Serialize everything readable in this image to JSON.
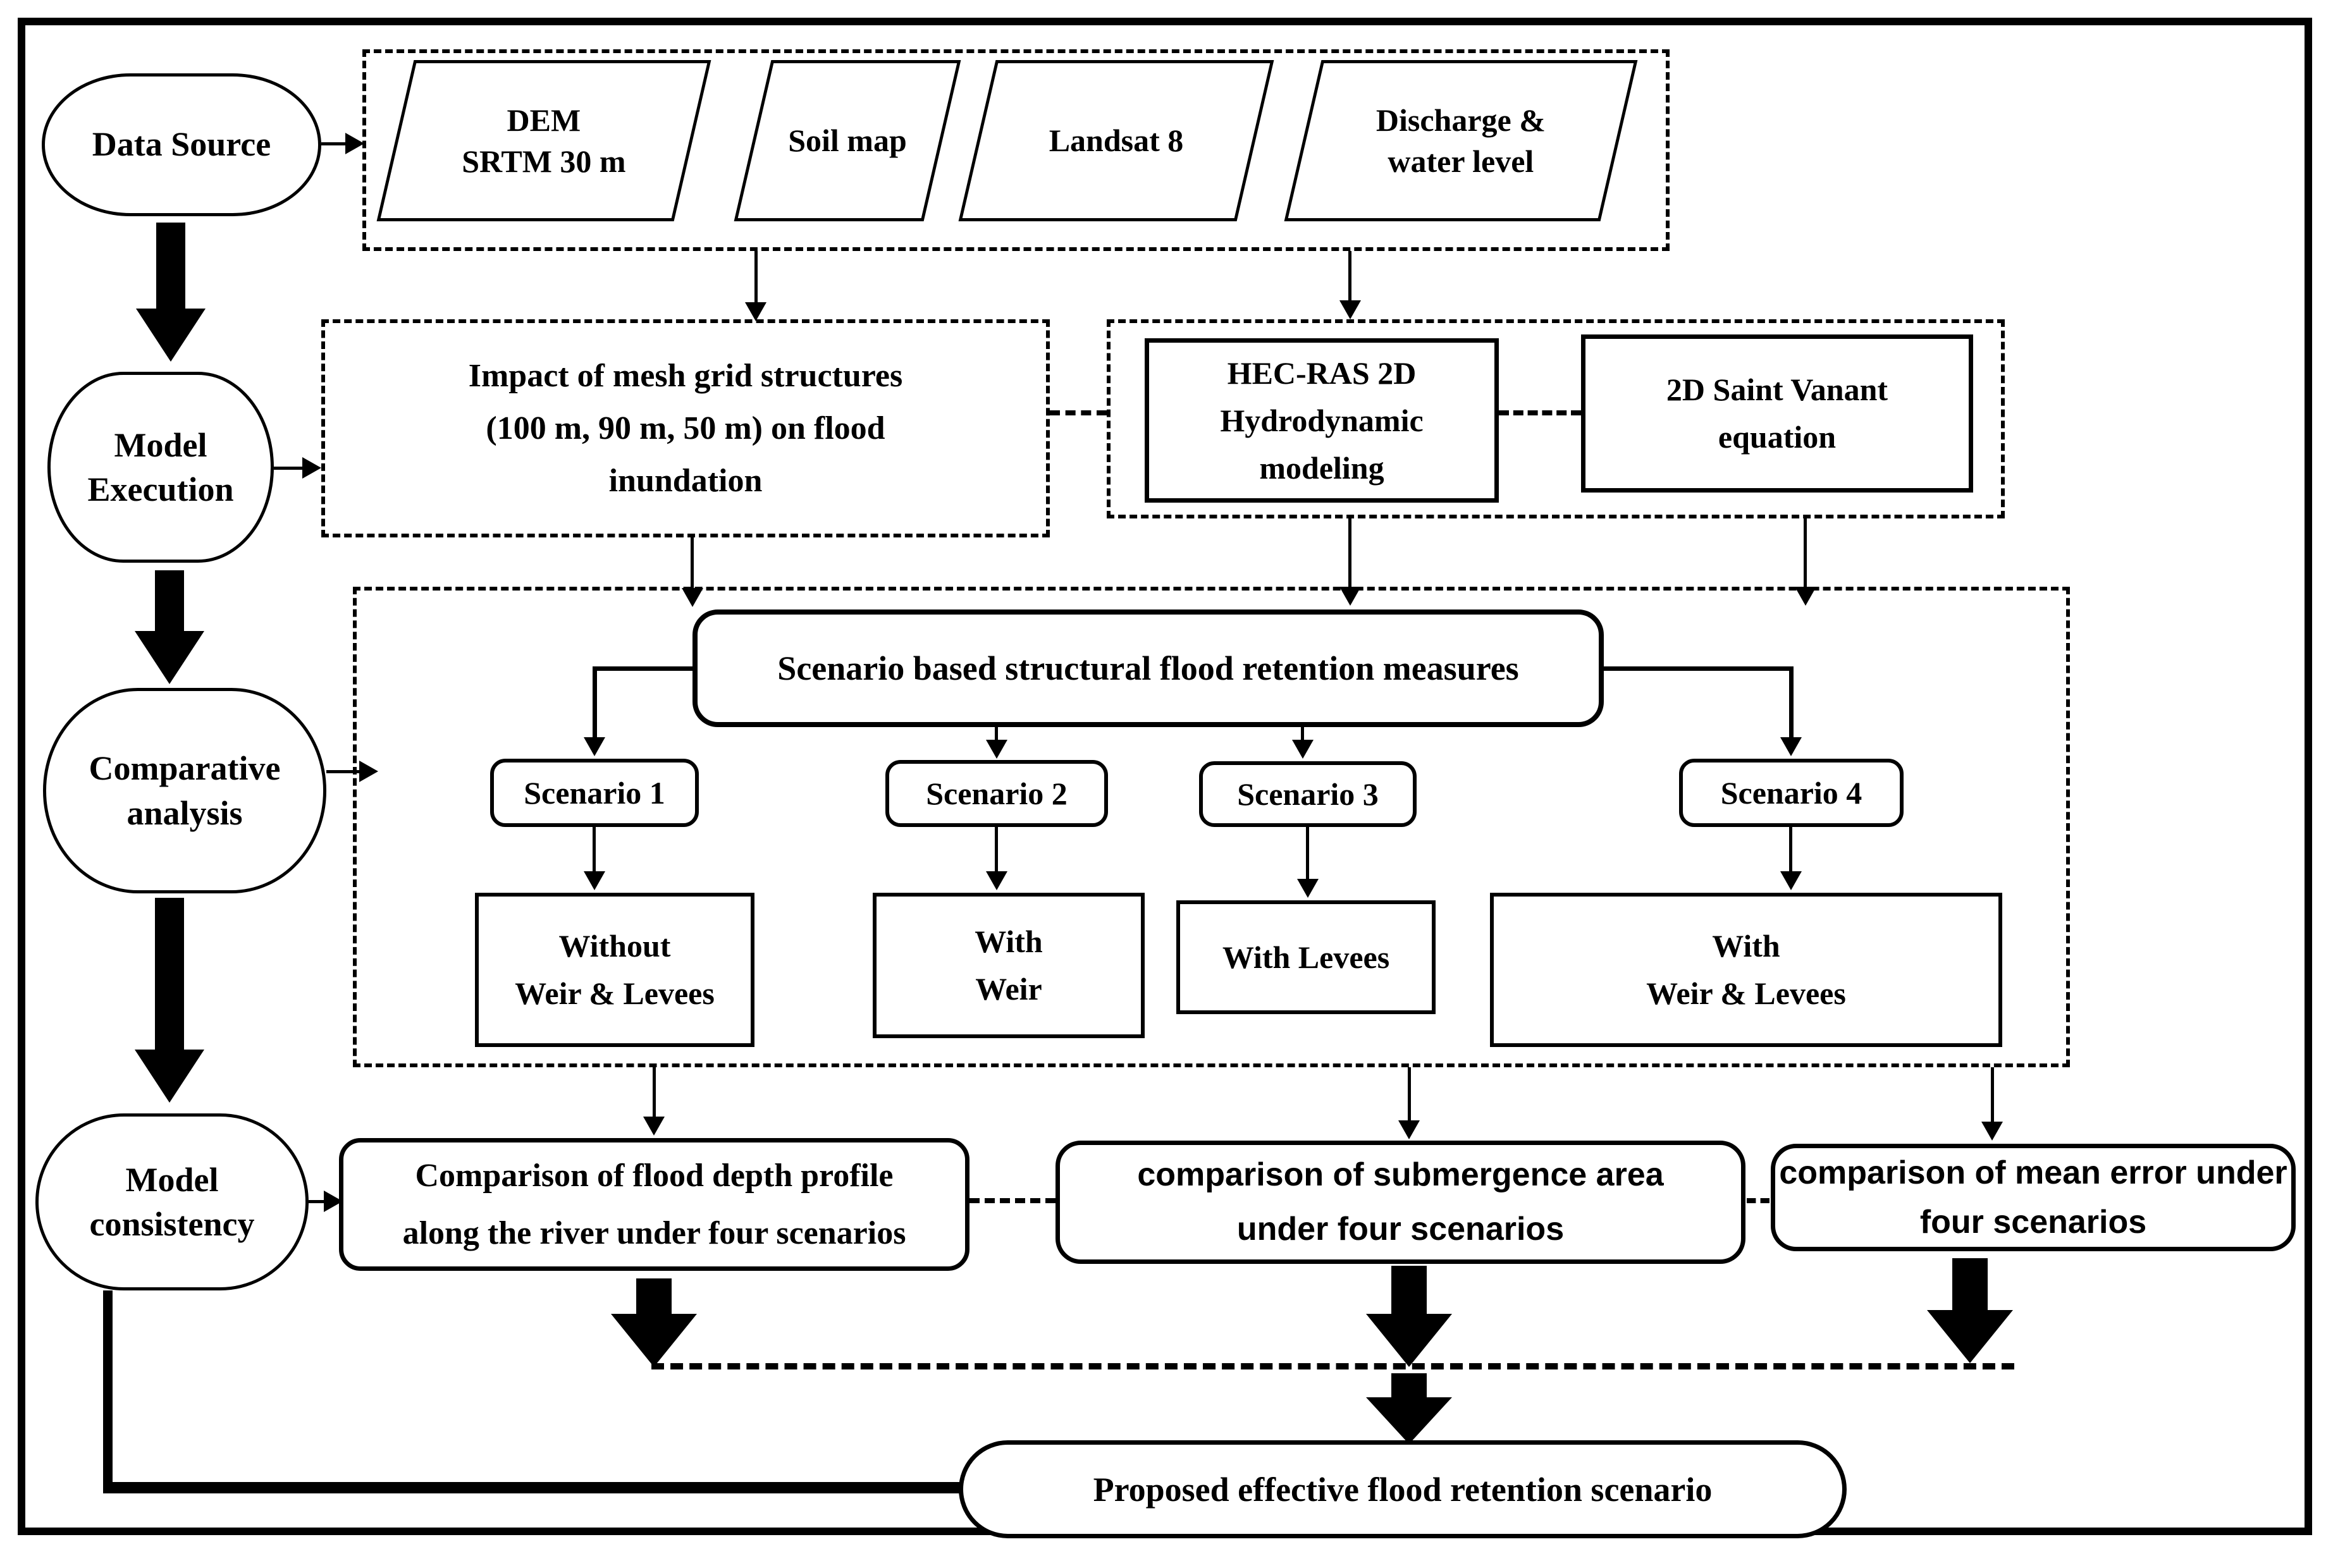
{
  "colors": {
    "ink": "#000000",
    "background": "#ffffff"
  },
  "ovals": {
    "data_source": {
      "lines": [
        "Data Source"
      ]
    },
    "model_execution": {
      "lines": [
        "Model",
        "Execution"
      ]
    },
    "comparative_analysis": {
      "lines": [
        "Comparative",
        "analysis"
      ]
    },
    "model_consistency": {
      "lines": [
        "Model",
        "consistency"
      ]
    }
  },
  "data_sources": {
    "dem": {
      "lines": [
        "DEM",
        "SRTM 30 m"
      ]
    },
    "soil_map": {
      "lines": [
        "Soil map"
      ]
    },
    "landsat": {
      "lines": [
        "Landsat 8"
      ]
    },
    "discharge": {
      "lines": [
        "Discharge &",
        "water level"
      ]
    }
  },
  "model_execution_row": {
    "mesh_impact": {
      "lines": [
        "Impact of mesh grid structures",
        "(100 m, 90 m, 50 m) on flood",
        "inundation"
      ]
    },
    "hec_ras": {
      "lines": [
        "HEC-RAS 2D",
        "Hydrodynamic",
        "modeling"
      ]
    },
    "saint_venant": {
      "lines": [
        "2D Saint Vanant",
        "equation"
      ]
    }
  },
  "comparative_row": {
    "scenario_header": {
      "lines": [
        "Scenario based structural flood retention measures"
      ]
    },
    "scenarios": [
      {
        "label": "Scenario 1",
        "detail_lines": [
          "Without",
          "Weir & Levees"
        ]
      },
      {
        "label": "Scenario 2",
        "detail_lines": [
          "With",
          "Weir"
        ]
      },
      {
        "label": "Scenario 3",
        "detail_lines": [
          "With Levees"
        ]
      },
      {
        "label": "Scenario 4",
        "detail_lines": [
          "With",
          "Weir & Levees"
        ]
      }
    ]
  },
  "consistency_row": {
    "flood_depth": {
      "lines": [
        "Comparison of flood depth profile",
        "along the river under four scenarios"
      ]
    },
    "submergence": {
      "lines": [
        "comparison of submergence area",
        "under four scenarios"
      ]
    },
    "mean_error": {
      "lines": [
        "comparison of mean error under",
        "four scenarios"
      ]
    }
  },
  "conclusion": {
    "lines": [
      "Proposed effective flood retention scenario"
    ]
  }
}
